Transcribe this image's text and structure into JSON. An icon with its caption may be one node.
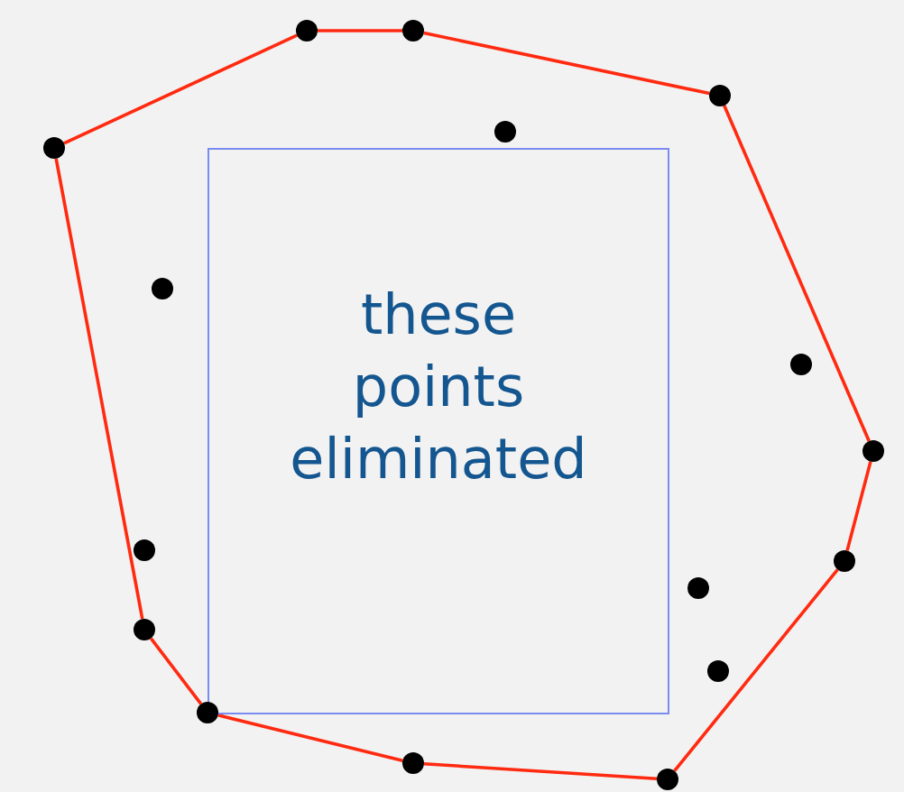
{
  "diagram": {
    "nodes": [
      {
        "text": [],
        "shape": "circle"
      },
      {
        "text": [],
        "shape": "circle"
      },
      {
        "text": [],
        "shape": "circle"
      },
      {
        "text": [],
        "shape": "circle"
      },
      {
        "text": [],
        "shape": "circle"
      },
      {
        "text": [
          "these points eliminated"
        ]
      },
      {
        "text": [],
        "shape": "circle"
      },
      {
        "text": [],
        "shape": "circle"
      },
      {
        "text": [],
        "shape": "circle"
      },
      {
        "text": [],
        "shape": "circle"
      },
      {
        "text": [],
        "shape": "circle"
      },
      {
        "text": [],
        "shape": "circle"
      },
      {
        "text": [],
        "shape": "circle"
      },
      {
        "text": [],
        "shape": "circle"
      },
      {
        "text": [],
        "shape": "circle"
      },
      {
        "text": [],
        "shape": "circle"
      },
      {
        "text": [],
        "shape": "circle"
      }
    ],
    "edges": [
      {
        "from": 4,
        "to": 0,
        "arrow": "none"
      },
      {
        "from": 0,
        "to": 1,
        "arrow": "none"
      },
      {
        "from": 1,
        "to": 2,
        "arrow": "none"
      },
      {
        "from": 2,
        "to": 8,
        "arrow": "none"
      },
      {
        "from": 8,
        "to": 10,
        "arrow": "none"
      },
      {
        "from": 10,
        "to": 16,
        "arrow": "none"
      },
      {
        "from": 16,
        "to": 15,
        "arrow": "none"
      },
      {
        "from": 15,
        "to": 14,
        "arrow": "none"
      },
      {
        "from": 14,
        "to": 12,
        "arrow": "none"
      },
      {
        "from": 12,
        "to": 4,
        "arrow": "none"
      }
    ]
  }
}
